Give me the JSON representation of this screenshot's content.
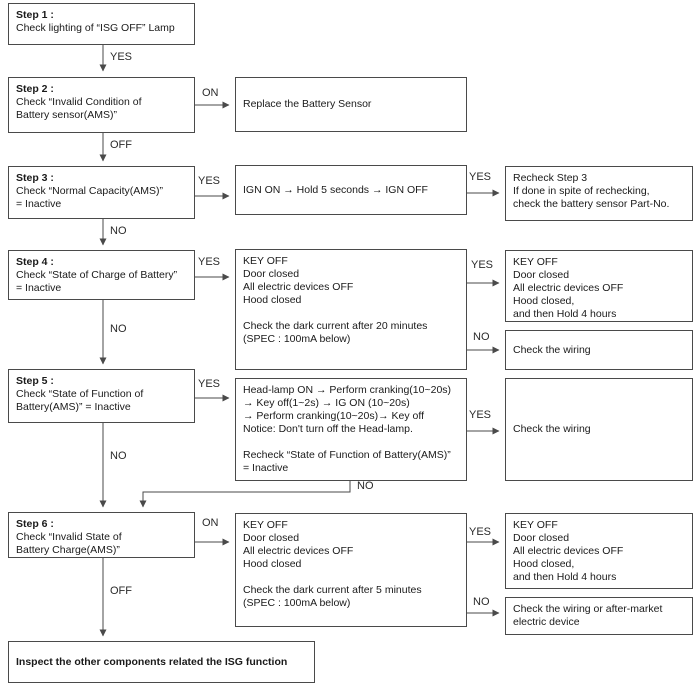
{
  "boxes": {
    "step1": {
      "title": "Step 1 :",
      "line1": "Check lighting of “ISG OFF” Lamp"
    },
    "step2": {
      "title": "Step 2 :",
      "line1": "Check “Invalid Condition of",
      "line2": "Battery sensor(AMS)”"
    },
    "replace_sensor": {
      "line1": "Replace the Battery Sensor"
    },
    "step3": {
      "title": "Step 3 :",
      "line1": "Check “Normal Capacity(AMS)”",
      "line2": "= Inactive"
    },
    "ign_cycle": {
      "line1": "IGN ON → Hold 5 seconds → IGN OFF"
    },
    "recheck3": {
      "line1": "Recheck Step 3",
      "line2": "If done in spite of rechecking,",
      "line3": "check the battery sensor Part-No."
    },
    "step4": {
      "title": "Step 4 :",
      "line1": "Check “State of Charge of Battery”",
      "line2": "= Inactive"
    },
    "dark_current_20": {
      "line1": "KEY OFF",
      "line2": "Door closed",
      "line3": "All electric devices OFF",
      "line4": "Hood closed",
      "line5": "Check the dark current after 20 minutes",
      "line6": "(SPEC : 100mA below)"
    },
    "hold4_a": {
      "line1": "KEY OFF",
      "line2": "Door closed",
      "line3": "All electric devices OFF",
      "line4": "Hood closed,",
      "line5": "and then Hold 4 hours"
    },
    "wiring_a": {
      "line1": "Check the wiring"
    },
    "step5": {
      "title": "Step 5 :",
      "line1": "Check “State of Function of",
      "line2": "Battery(AMS)” = Inactive"
    },
    "headlamp_test": {
      "line1": "Head-lamp ON → Perform cranking(10~20s)",
      "line2": "→ Key off(1~2s) → IG ON (10~20s)",
      "line3": "→ Perform cranking(10~20s)→ Key off",
      "line4": "Notice: Don't turn off the Head-lamp.",
      "line5": "Recheck “State of Function of Battery(AMS)”",
      "line6": "= Inactive"
    },
    "wiring_b": {
      "line1": "Check the wiring"
    },
    "step6": {
      "title": "Step 6 :",
      "line1": "Check “Invalid State of",
      "line2": "Battery Charge(AMS)”"
    },
    "dark_current_5": {
      "line1": "KEY OFF",
      "line2": "Door closed",
      "line3": "All electric devices OFF",
      "line4": "Hood closed",
      "line5": "Check the dark current after 5 minutes",
      "line6": "(SPEC : 100mA below)"
    },
    "hold4_b": {
      "line1": "KEY OFF",
      "line2": "Door closed",
      "line3": "All electric devices OFF",
      "line4": "Hood closed,",
      "line5": "and then Hold 4 hours"
    },
    "wiring_aftermarket": {
      "line1": "Check the wiring or after-market",
      "line2": "electric device"
    },
    "final": {
      "line1": "Inspect the other components related the ISG function"
    }
  },
  "labels": {
    "yes1": "YES",
    "on2": "ON",
    "off2": "OFF",
    "yes3a": "YES",
    "yes3b": "YES",
    "no3": "NO",
    "yes4a": "YES",
    "yes4b": "YES",
    "no4a": "NO",
    "no4b": "NO",
    "yes5a": "YES",
    "yes5b": "YES",
    "no5a": "NO",
    "no5b": "NO",
    "on6": "ON",
    "yes6b": "YES",
    "off6": "OFF",
    "no6b": "NO"
  },
  "colors": {
    "border": "#4a4a4a",
    "arrow": "#4a4a4a",
    "text": "#1a1a1a",
    "background": "#ffffff"
  }
}
